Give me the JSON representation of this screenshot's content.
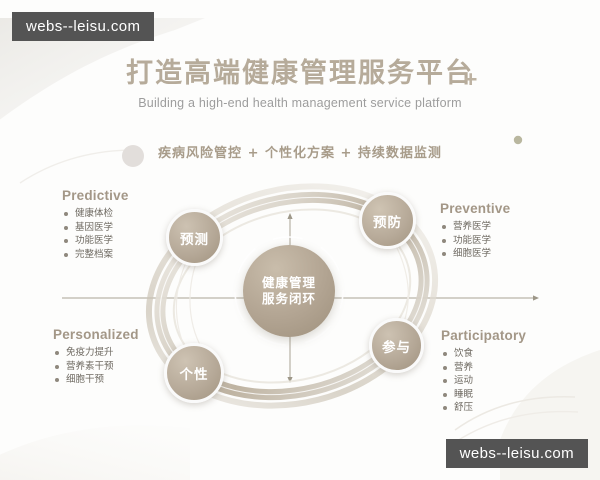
{
  "watermark": {
    "top_left": "webs--leisu.com",
    "bottom_right": "webs--leisu.com"
  },
  "header": {
    "main_title": "打造高端健康管理服务平台",
    "sub_title": "Building a high-end health management service platform",
    "tagline": "疾病风险管控 + 个性化方案 + 持续数据监测",
    "plus_mark": "+"
  },
  "diagram": {
    "center": {
      "line1": "健康管理",
      "line2": "服务闭环"
    },
    "nodes": {
      "predict": "预测",
      "prevent": "预防",
      "personal": "个性",
      "participate": "参与"
    },
    "quadrants": [
      {
        "id": "predictive",
        "heading": "Predictive",
        "items": [
          "健康体检",
          "基因医学",
          "功能医学",
          "完整档案"
        ]
      },
      {
        "id": "preventive",
        "heading": "Preventive",
        "items": [
          "营养医学",
          "功能医学",
          "细胞医学"
        ]
      },
      {
        "id": "personalized",
        "heading": "Personalized",
        "items": [
          "免疫力提升",
          "营养素干预",
          "细胞干预"
        ]
      },
      {
        "id": "participatory",
        "heading": "Participatory",
        "items": [
          "饮食",
          "营养",
          "运动",
          "睡眠",
          "舒压"
        ]
      }
    ]
  },
  "colors": {
    "title": "#b6ab9a",
    "subtitle": "#9d9d9d",
    "tagline": "#a89c8a",
    "heading": "#a39787",
    "bullet_text": "#6f6a62",
    "node_fill": "#b2a492",
    "axis": "#a9a395",
    "watermark_bg": "#545454",
    "background": "#fdfdfc"
  }
}
